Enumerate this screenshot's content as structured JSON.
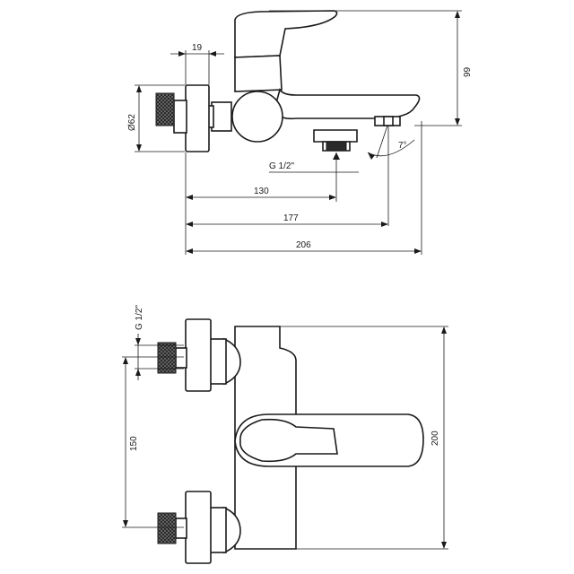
{
  "side_view": {
    "dims": {
      "d19": "19",
      "d99": "99",
      "d62": "Ø62",
      "thread": "G 1/2\"",
      "d130": "130",
      "d177": "177",
      "d206": "206",
      "angle": "7°"
    }
  },
  "top_view": {
    "dims": {
      "thread": "G 1/2\"",
      "d150": "150",
      "d200": "200"
    }
  }
}
